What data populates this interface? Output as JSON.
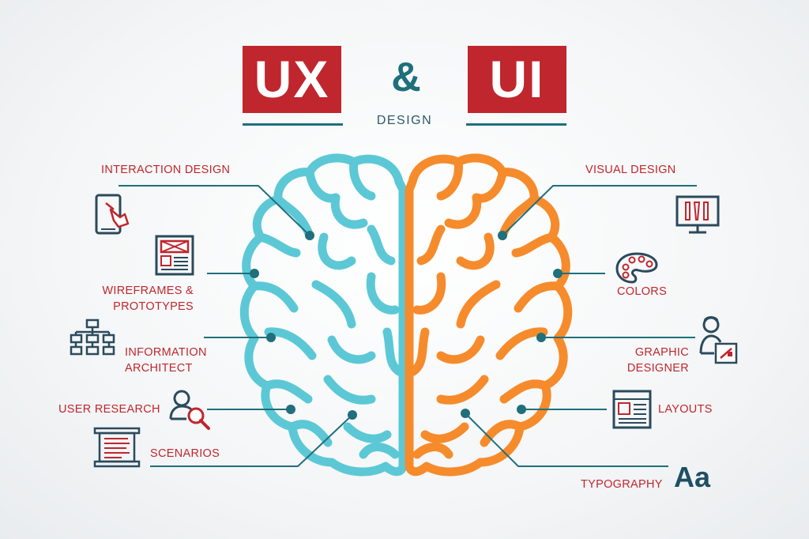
{
  "header": {
    "ux_label": "UX",
    "amp_label": "&",
    "ui_label": "UI",
    "design_label": "DESIGN"
  },
  "left": {
    "interaction_design": "INTERACTION DESIGN",
    "wireframes_line1": "WIREFRAMES &",
    "wireframes_line2": "PROTOTYPES",
    "information_line1": "INFORMATION",
    "information_line2": "ARCHITECT",
    "user_research": "USER RESEARCH",
    "scenarios": "SCENARIOS"
  },
  "right": {
    "visual_design": "VISUAL DESIGN",
    "colors": "COLORS",
    "graphic_line1": "GRAPHIC",
    "graphic_line2": "DESIGNER",
    "layouts": "LAYOUTS",
    "typography": "TYPOGRAPHY",
    "typography_icon_text": "Aa"
  },
  "icons": [
    "tablet-touch-icon",
    "wireframe-icon",
    "sitemap-icon",
    "user-search-icon",
    "scroll-document-icon",
    "monitor-brushes-icon",
    "palette-icon",
    "designer-icon",
    "layout-icon",
    "typography-icon"
  ],
  "colors": {
    "accent_red": "#c0262d",
    "teal_dark": "#1f6f7c",
    "brain_left": "#5cc8d6",
    "brain_right": "#f68b2c",
    "icon_dark": "#2b4a5c"
  }
}
